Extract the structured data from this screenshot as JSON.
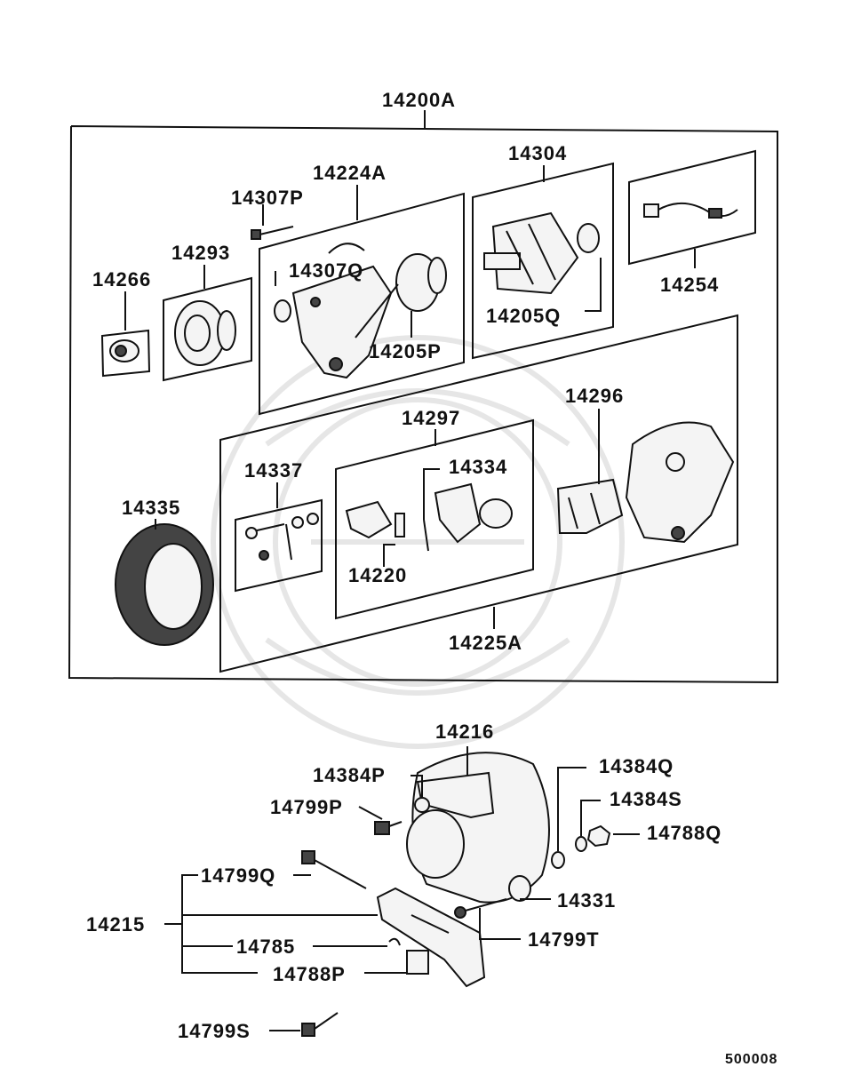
{
  "diagram": {
    "footer_code": "500008",
    "labels": {
      "l14200A": "14200A",
      "l14224A": "14224A",
      "l14304": "14304",
      "l14307P": "14307P",
      "l14293": "14293",
      "l14266": "14266",
      "l14307Q": "14307Q",
      "l14205P": "14205P",
      "l14205Q": "14205Q",
      "l14254": "14254",
      "l14297": "14297",
      "l14296": "14296",
      "l14337": "14337",
      "l14334": "14334",
      "l14335": "14335",
      "l14220": "14220",
      "l14225A": "14225A",
      "l14216": "14216",
      "l14384P": "14384P",
      "l14384Q": "14384Q",
      "l14799P": "14799P",
      "l14384S": "14384S",
      "l14788Q": "14788Q",
      "l14799Q": "14799Q",
      "l14331": "14331",
      "l14215": "14215",
      "l14799T": "14799T",
      "l14785": "14785",
      "l14788P": "14788P",
      "l14799S": "14799S"
    }
  }
}
